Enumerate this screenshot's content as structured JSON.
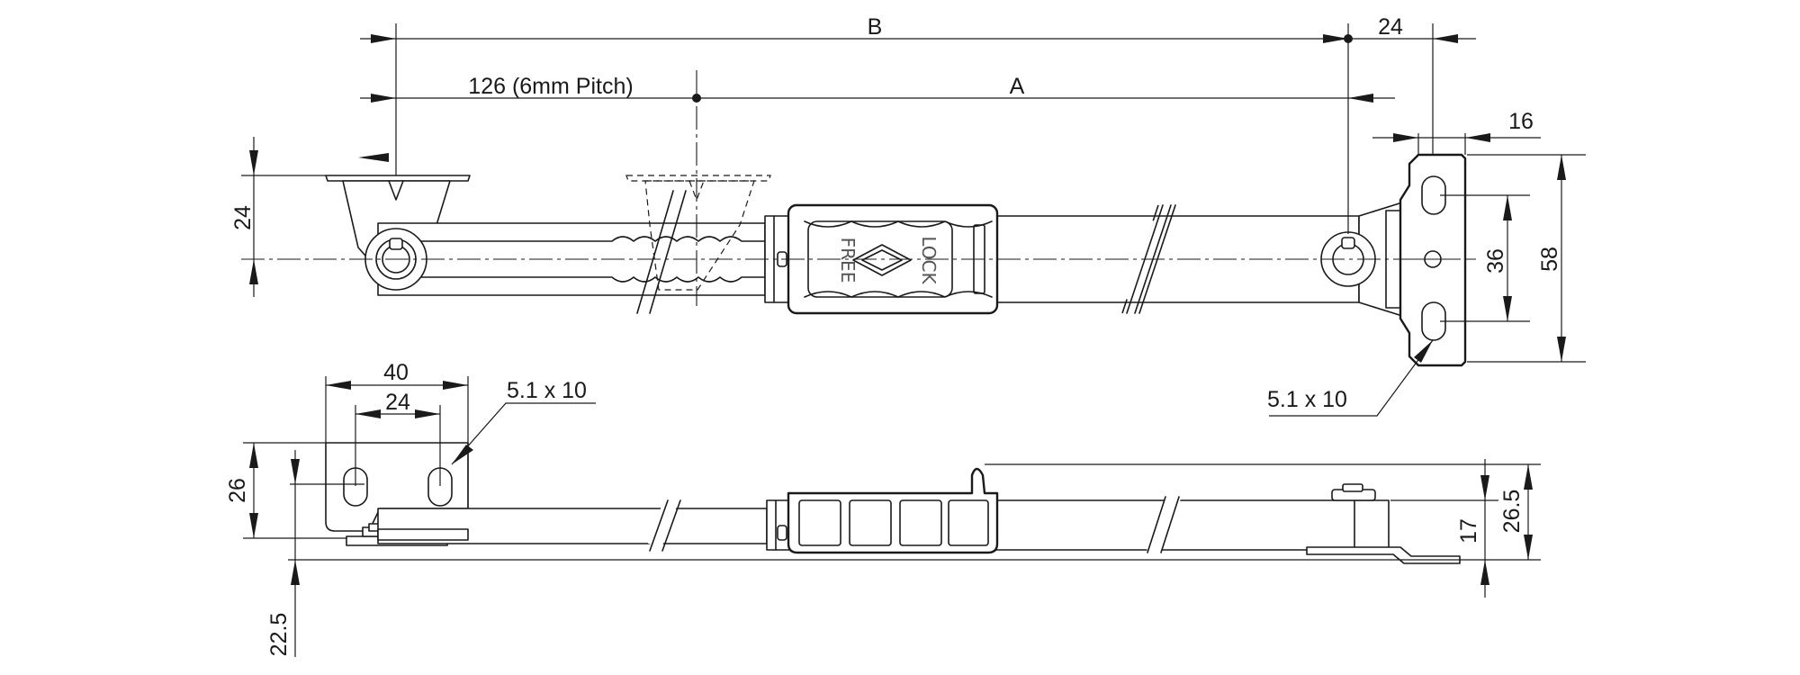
{
  "dimensions": {
    "b": "B",
    "a": "A",
    "pitch": "126 (6mm Pitch)",
    "end_offset": "24",
    "bracket_width": "16",
    "slot_spacing": "36",
    "bracket_height": "58",
    "left_height": "24",
    "slot_size_right": "5.1 x 10",
    "slot_size_left": "5.1 x 10",
    "plate_length": "40",
    "slot_pitch": "24",
    "plate_height": "26",
    "bottom_offset": "22.5",
    "bar_height": "17",
    "total_height": "26.5"
  },
  "knob_labels": {
    "free": "FREE",
    "lock": "LOCK"
  }
}
